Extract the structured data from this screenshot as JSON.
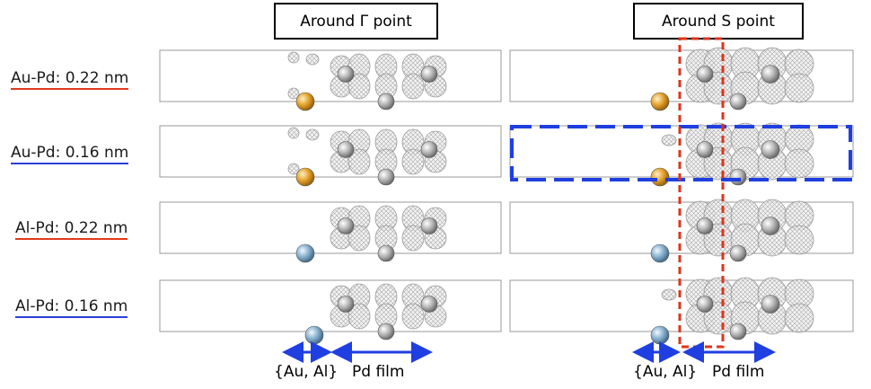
{
  "headers": {
    "gamma": "Around Γ point",
    "s_point": "Around S point"
  },
  "rows": [
    {
      "label": "Au-Pd: 0.22 nm",
      "underline": "#e03a1e",
      "atom": "Au",
      "atom_color": "#e4a12a"
    },
    {
      "label": "Au-Pd: 0.16 nm",
      "underline": "#2a3fd6",
      "atom": "Au",
      "atom_color": "#e4a12a"
    },
    {
      "label": "Al-Pd: 0.22 nm",
      "underline": "#e03a1e",
      "atom": "Al",
      "atom_color": "#7aa7c8"
    },
    {
      "label": "Al-Pd: 0.16 nm",
      "underline": "#2a3fd6",
      "atom": "Al",
      "atom_color": "#7aa7c8"
    }
  ],
  "bottom_labels": {
    "left_substrate": "{Au, Al}",
    "left_film": "Pd film",
    "right_substrate": "{Au, Al}",
    "right_film": "Pd film"
  },
  "colors": {
    "arrow": "#1f3fe0",
    "red_dashed": "#e0331a",
    "blue_dashed": "#1f3fe0",
    "pd_atom": "#9a9a9a",
    "orbital_mesh": "#9c9c9c"
  }
}
